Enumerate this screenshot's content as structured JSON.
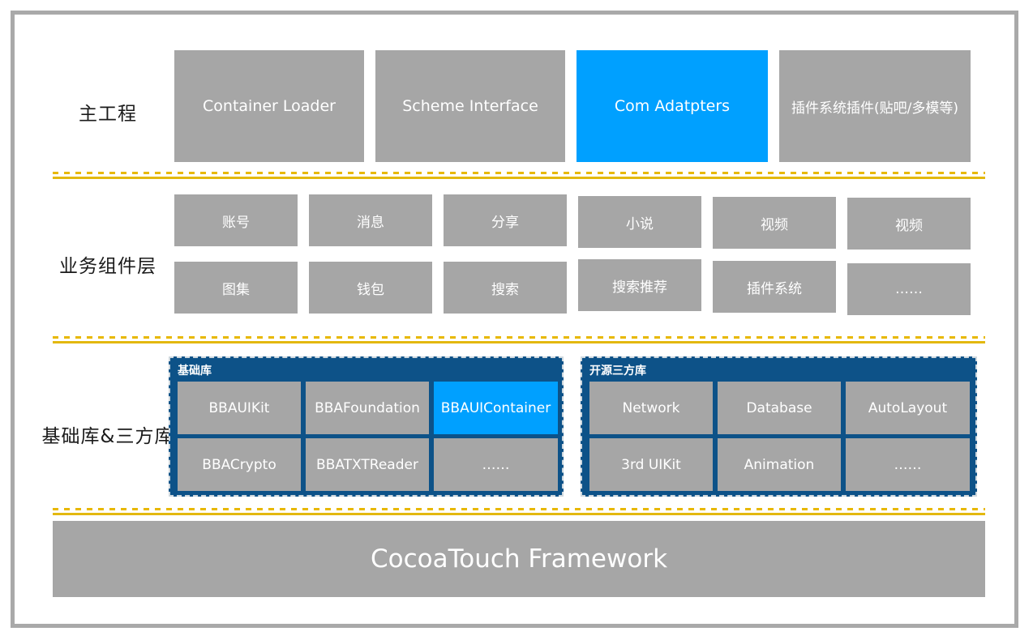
{
  "colors": {
    "tile_gray": "#a6a6a6",
    "accent_blue": "#00a0ff",
    "panel_blue": "#0d5288",
    "divider_yellow": "#e3b80f",
    "frame_gray": "#a9a9a9",
    "text_dark": "#1a1a1a",
    "text_light": "#ffffff"
  },
  "rows": {
    "main_project": {
      "label": "主工程",
      "tiles": [
        {
          "label": "Container Loader",
          "highlighted": false
        },
        {
          "label": "Scheme Interface",
          "highlighted": false
        },
        {
          "label": "Com Adatpters",
          "highlighted": true
        },
        {
          "label": "插件系统插件(贴吧/多模等)",
          "highlighted": false
        }
      ]
    },
    "business_layer": {
      "label": "业务组件层",
      "row1": [
        {
          "label": "账号"
        },
        {
          "label": "消息"
        },
        {
          "label": "分享"
        },
        {
          "label": "小说"
        },
        {
          "label": "视频"
        },
        {
          "label": "视频"
        }
      ],
      "row2": [
        {
          "label": "图集"
        },
        {
          "label": "钱包"
        },
        {
          "label": "搜索"
        },
        {
          "label": "搜索推荐"
        },
        {
          "label": "插件系统"
        },
        {
          "label": "……"
        }
      ]
    },
    "base_libraries": {
      "label": "基础库&三方库",
      "panels": [
        {
          "title": "基础库",
          "row1": [
            {
              "label": "BBAUIKit",
              "highlighted": false
            },
            {
              "label": "BBAFoundation",
              "highlighted": false
            },
            {
              "label": "BBAUIContainer",
              "highlighted": true
            }
          ],
          "row2": [
            {
              "label": "BBACrypto",
              "highlighted": false
            },
            {
              "label": "BBATXTReader",
              "highlighted": false
            },
            {
              "label": "……",
              "highlighted": false
            }
          ]
        },
        {
          "title": "开源三方库",
          "row1": [
            {
              "label": "Network",
              "highlighted": false
            },
            {
              "label": "Database",
              "highlighted": false
            },
            {
              "label": "AutoLayout",
              "highlighted": false
            }
          ],
          "row2": [
            {
              "label": "3rd UIKit",
              "highlighted": false
            },
            {
              "label": "Animation",
              "highlighted": false
            },
            {
              "label": "……",
              "highlighted": false
            }
          ]
        }
      ]
    },
    "foundation": {
      "label": "CocoaTouch Framework"
    }
  }
}
